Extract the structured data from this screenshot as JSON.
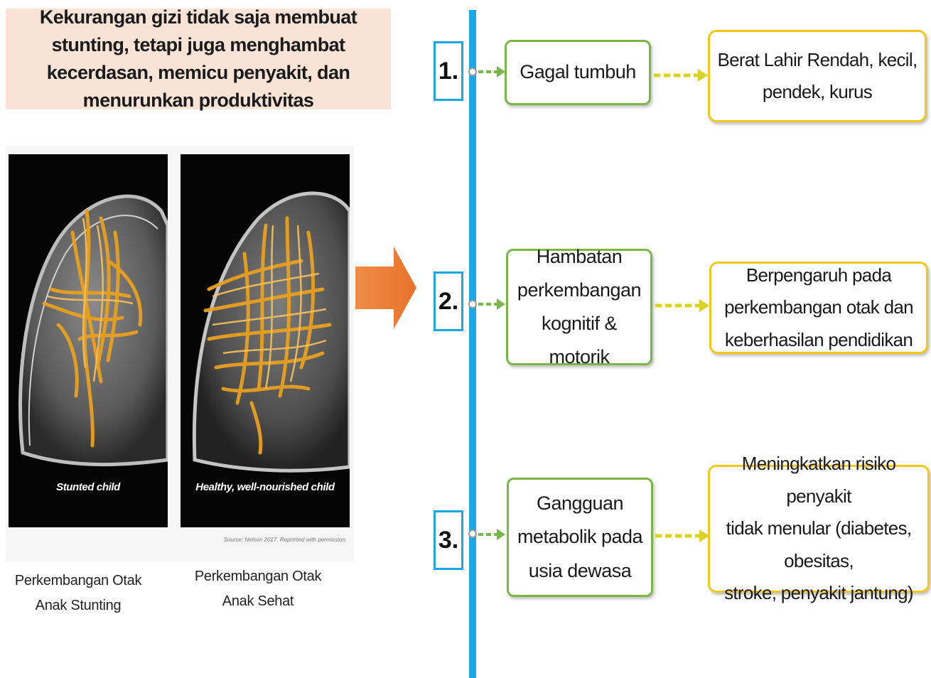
{
  "headline": "Kekurangan gizi tidak saja membuat stunting, tetapi juga menghambat kecerdasan, memicu penyakit, dan menurunkan produktivitas",
  "images": {
    "left_label": "Stunted child",
    "right_label": "Healthy, well-nourished child",
    "source": "Source: Nelson 2017. Reprinted with permission."
  },
  "captions": {
    "left_line1": "Perkembangan  Otak",
    "left_line2": "Anak Stunting",
    "right_line1": "Perkembangan  Otak",
    "right_line2": "Anak Sehat"
  },
  "colors": {
    "timeline": "#1ba8e4",
    "green_border": "#7ab648",
    "yellow_border": "#f2c91b",
    "headline_bg": "#f9e3d6",
    "big_arrow": "#ee7d31"
  },
  "items": [
    {
      "number": "1.",
      "effect_line1": "Gagal tumbuh",
      "result_line1": "Berat Lahir Rendah, kecil,",
      "result_line2": "pendek, kurus"
    },
    {
      "number": "2.",
      "effect_line1": "Hambatan",
      "effect_line2": "perkembangan",
      "effect_line3": "kognitif & motorik",
      "result_line1": "Berpengaruh pada",
      "result_line2": "perkembangan otak dan",
      "result_line3": "keberhasilan pendidikan"
    },
    {
      "number": "3.",
      "effect_line1": "Gangguan",
      "effect_line2": "metabolik pada",
      "effect_line3": "usia dewasa",
      "result_line1": "Meningkatkan risiko penyakit",
      "result_line2": "tidak menular (diabetes, obesitas,",
      "result_line3": "stroke, penyakit jantung)"
    }
  ]
}
